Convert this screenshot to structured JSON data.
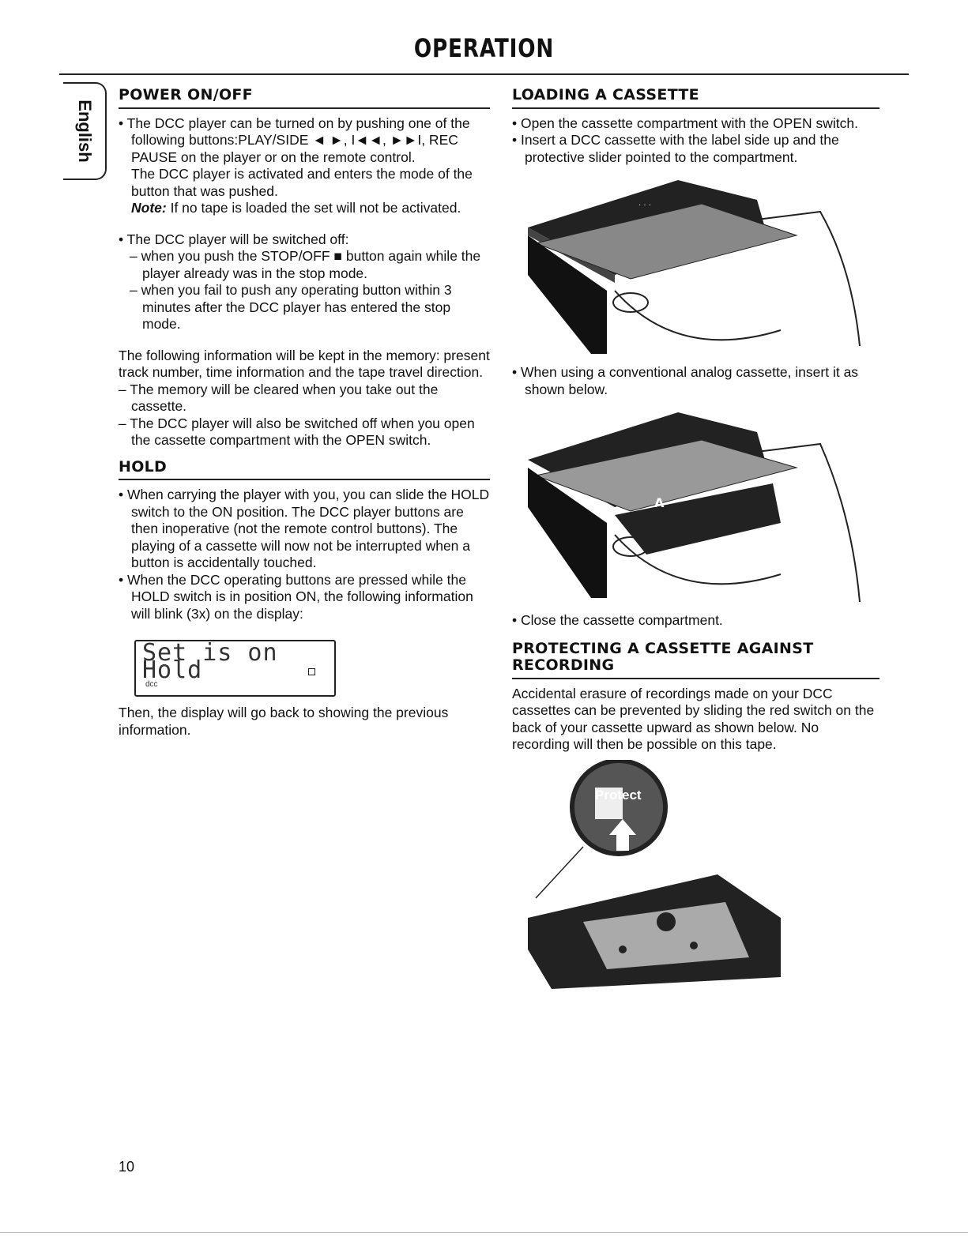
{
  "title": "OPERATION",
  "side_tab": "English",
  "page_number": "10",
  "power": {
    "heading": "POWER ON/OFF",
    "b1": "• The DCC player can be turned on by pushing one of the following buttons:PLAY/SIDE ◄ ►, I◄◄, ►►I, REC PAUSE on the player or on the remote control.",
    "p1": "The DCC player is activated and enters the mode of the button that was pushed.",
    "note_label": "Note:",
    "note_text": " If no tape is loaded the set will not be activated.",
    "b2": "• The DCC player will be switched off:",
    "d1": "– when you push the STOP/OFF ■ button again while the player already was in the stop mode.",
    "d2": "– when you fail to push any operating button within 3 minutes after the DCC player has entered the stop mode.",
    "p2": "The following information will be kept in the memory: present track number, time information and the tape travel direction.",
    "d3": "– The memory will be cleared when you take out the cassette.",
    "d4": "– The DCC player will also be switched off when you open the cassette compartment with the OPEN switch."
  },
  "hold": {
    "heading": "HOLD",
    "b1": "• When carrying the player with you, you can slide the HOLD switch to the ON position. The DCC player buttons are then inoperative (not the remote control buttons). The playing of a cassette will now not be interrupted when a button is accidentally touched.",
    "b2": "• When the DCC operating buttons are pressed while the HOLD switch is in position ON, the following information will blink (3x) on the display:",
    "lcd_text": "Set is on Hold",
    "lcd_small": "dcc",
    "p1": "Then, the display will go back to showing the previous information."
  },
  "loading": {
    "heading": "LOADING A CASSETTE",
    "b1": "• Open the cassette compartment with the OPEN switch.",
    "b2": "• Insert a DCC cassette with the label side up and the protective slider pointed to the compartment.",
    "b3": "• When using a conventional analog cassette, insert it as shown below.",
    "b4": "• Close the cassette compartment."
  },
  "protect": {
    "heading": "PROTECTING A CASSETTE AGAINST RECORDING",
    "p1": "Accidental erasure of recordings made on your DCC cassettes can be prevented by sliding the red switch on the back of your cassette upward as shown below. No recording will then be possible on this tape.",
    "badge": "Protect"
  }
}
